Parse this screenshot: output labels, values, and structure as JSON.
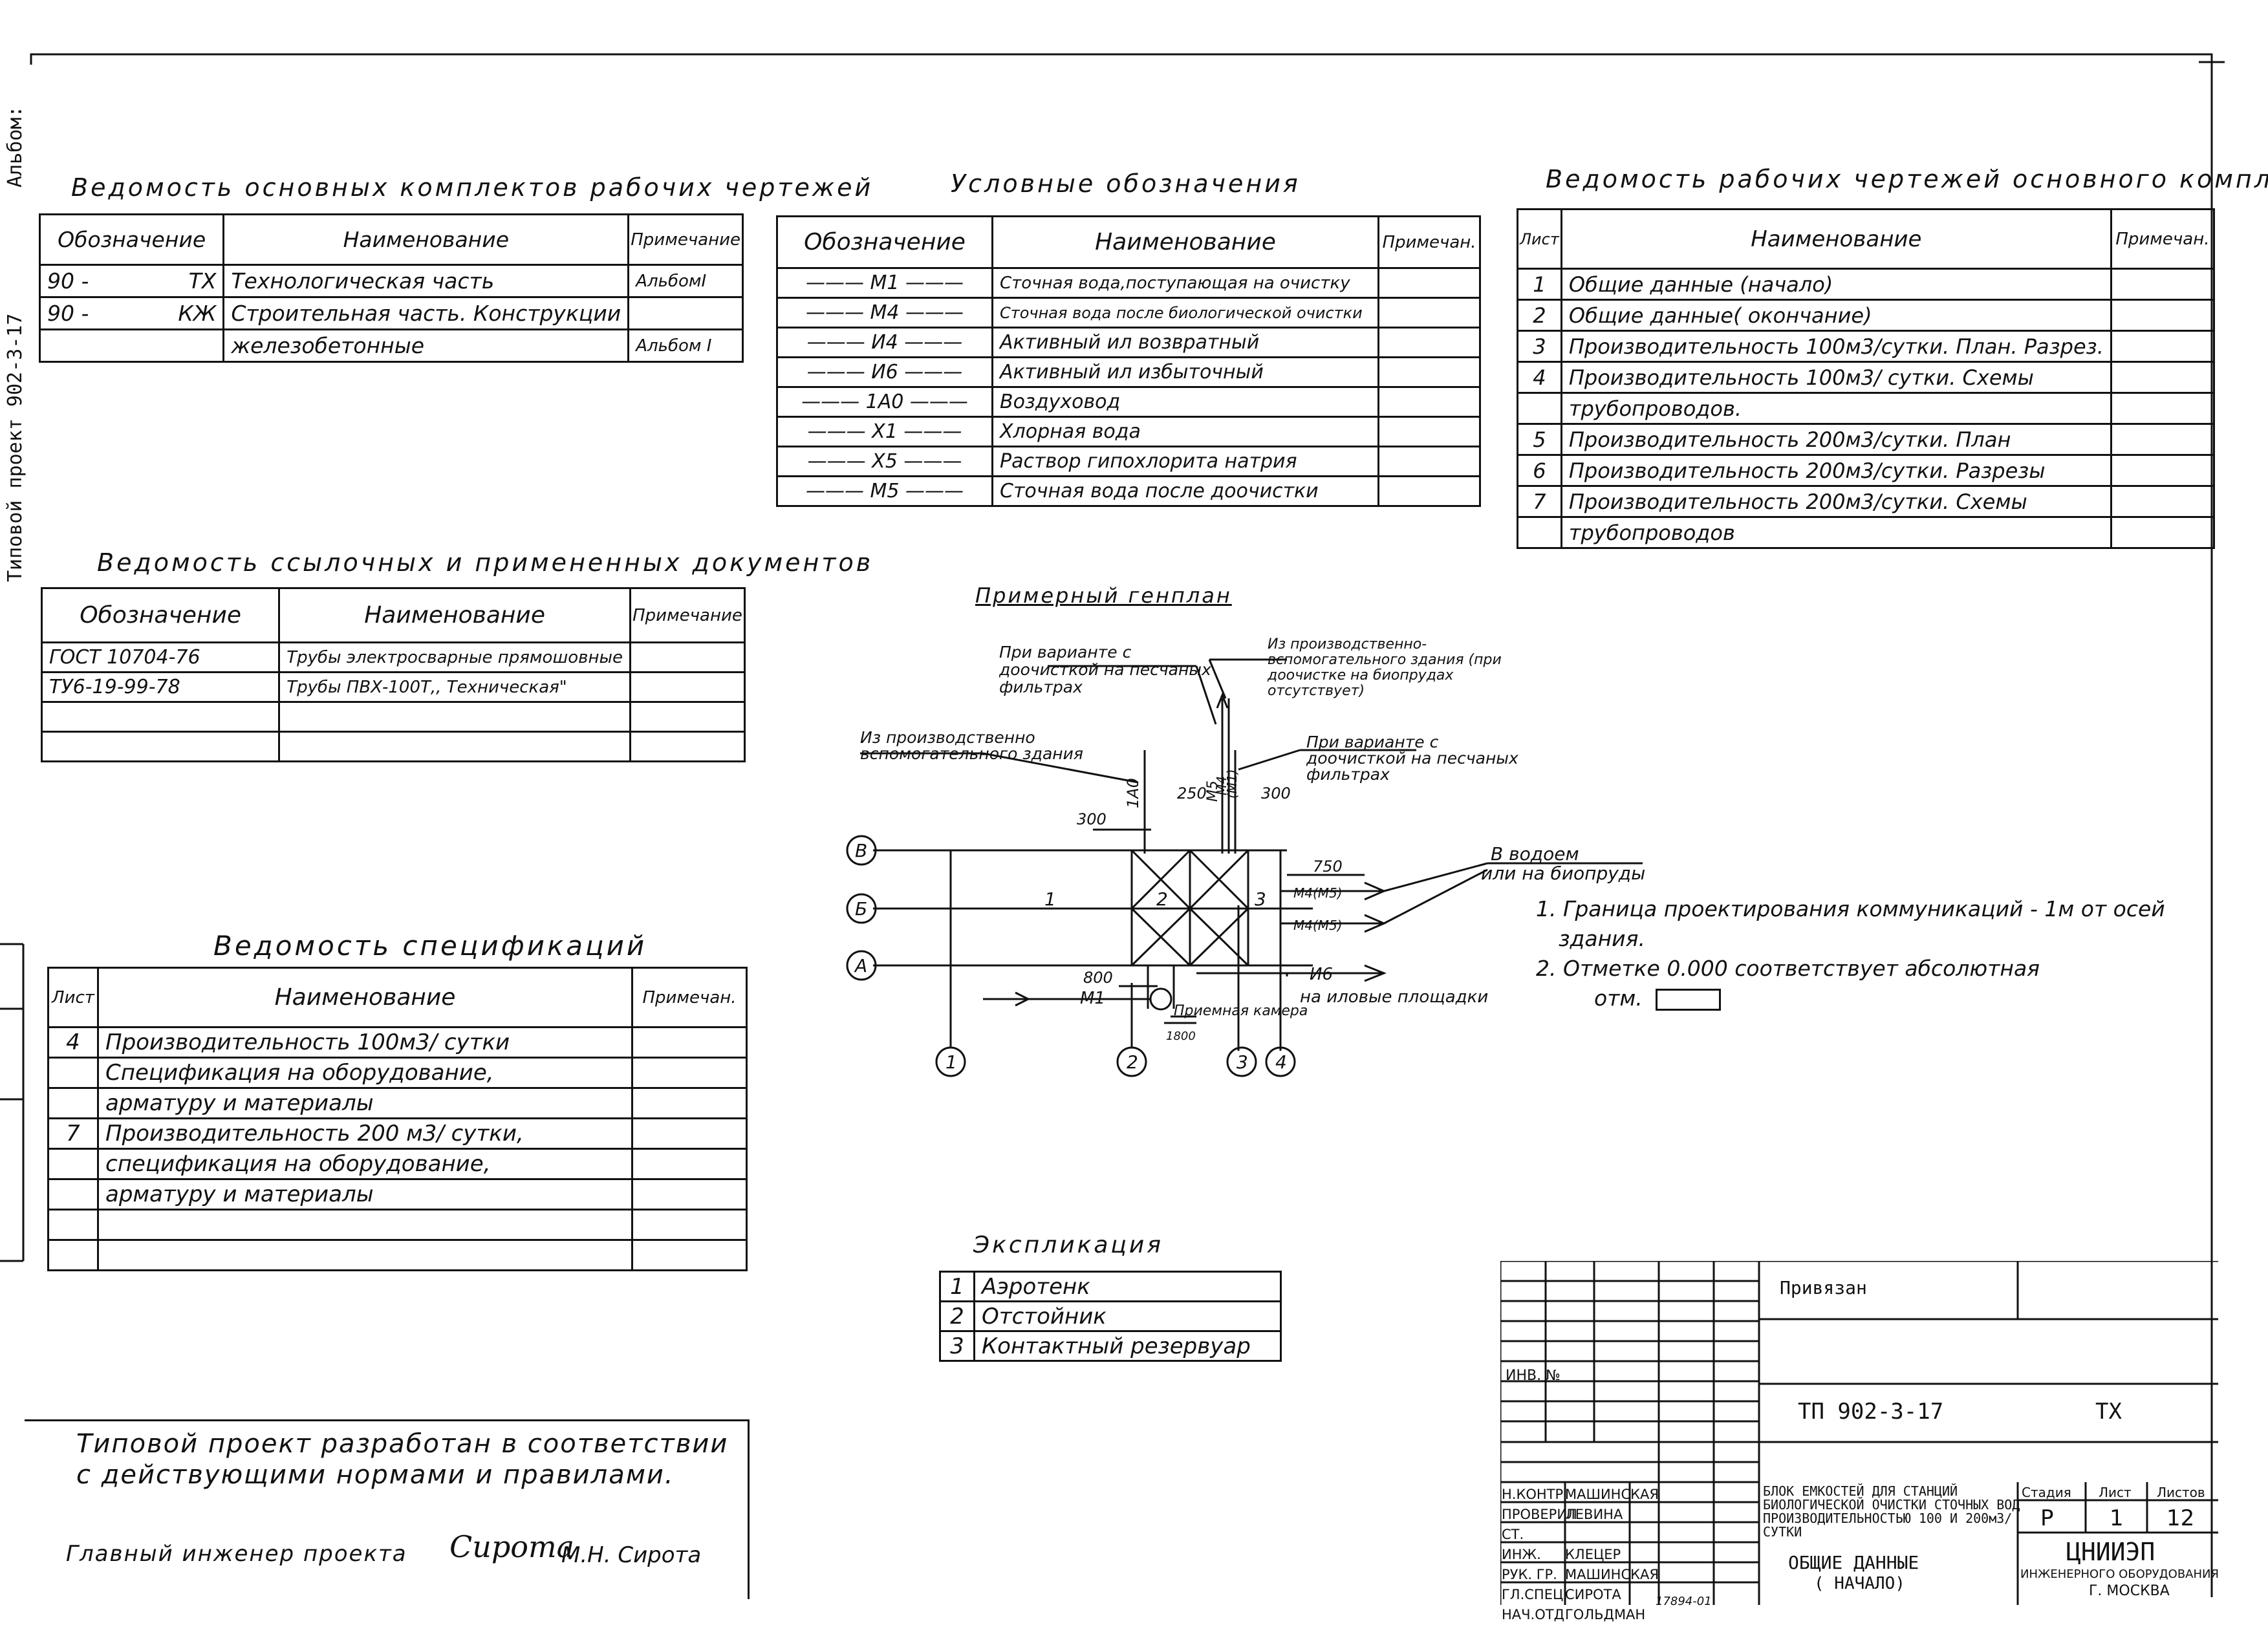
{
  "side_album": "Альбом:",
  "side_project": "Типовой проект 902-3-17",
  "main_sets": {
    "title": "Ведомость основных комплектов рабочих чертежей",
    "headers": [
      "Обозначение",
      "Наименование",
      "Примечание"
    ],
    "rows": [
      [
        "90 -",
        "ТХ",
        "Технологическая часть",
        "АльбомI"
      ],
      [
        "90 -",
        "КЖ",
        "Строительная часть. Конструкции",
        ""
      ],
      [
        "",
        "",
        "железобетонные",
        "Альбом I"
      ]
    ]
  },
  "legend": {
    "title": "Условные обозначения",
    "headers": [
      "Обозначение",
      "Наименование",
      "Примечан."
    ],
    "rows": [
      [
        "М1",
        "Сточная вода,поступающая на очистку"
      ],
      [
        "М4",
        "Сточная вода после биологической очистки"
      ],
      [
        "И4",
        "Активный ил возвратный"
      ],
      [
        "И6",
        "Активный ил избыточный"
      ],
      [
        "1А0",
        "Воздуховод"
      ],
      [
        "Х1",
        "Хлорная вода"
      ],
      [
        "Х5",
        "Раствор гипохлорита натрия"
      ],
      [
        "М5",
        "Сточная вода после доочистки"
      ]
    ]
  },
  "sheets": {
    "title": "Ведомость рабочих чертежей основного комплекта",
    "headers": [
      "Лист",
      "Наименование",
      "Примечан."
    ],
    "rows": [
      [
        "1",
        "Общие данные (начало)"
      ],
      [
        "2",
        "Общие данные( окончание)"
      ],
      [
        "3",
        "Производительность 100м3/сутки. План. Разрез."
      ],
      [
        "4",
        "Производительность 100м3/ сутки. Схемы"
      ],
      [
        "",
        "трубопроводов."
      ],
      [
        "5",
        "Производительность 200м3/сутки. План"
      ],
      [
        "6",
        "Производительность 200м3/сутки. Разрезы"
      ],
      [
        "7",
        "Производительность 200м3/сутки. Схемы"
      ],
      [
        "",
        "трубопроводов"
      ]
    ]
  },
  "refs": {
    "title": "Ведомость ссылочных и примененных документов",
    "headers": [
      "Обозначение",
      "Наименование",
      "Примечание"
    ],
    "rows": [
      [
        "ГОСТ 10704-76",
        "Трубы электросварные прямошовные"
      ],
      [
        "ТУ6-19-99-78",
        "Трубы ПВХ-100Т,, Техническая\""
      ],
      [
        "",
        ""
      ],
      [
        "",
        ""
      ]
    ]
  },
  "specs": {
    "title": "Ведомость спецификаций",
    "headers": [
      "Лист",
      "Наименование",
      "Примечан."
    ],
    "rows": [
      [
        "4",
        "Производительность 100м3/ сутки"
      ],
      [
        "",
        "Спецификация на оборудование,"
      ],
      [
        "",
        "арматуру и материалы"
      ],
      [
        "7",
        "Производительность 200 м3/ сутки,"
      ],
      [
        "",
        "спецификация на оборудование,"
      ],
      [
        "",
        "арматуру и материалы"
      ],
      [
        "",
        ""
      ],
      [
        "",
        ""
      ]
    ]
  },
  "plan": {
    "title": "Примерный генплан",
    "axes": [
      "В",
      "Б",
      "А",
      "1",
      "2",
      "3",
      "4"
    ],
    "blocks": [
      "1",
      "2",
      "3"
    ],
    "notes": {
      "var_pesch_top": "При варианте с доочисткой на песчаных фильтрах",
      "from_prod_top": "Из производственно-вспомогательного здания (при доочистке на биопрудах отсутствует)",
      "from_prod_left": "Из производственно вспомогательного здания",
      "var_pesch_right": "При варианте с доочисткой на песчаных фильтрах",
      "to_water": "В водоем",
      "or_bioponds": "или на биопруды",
      "to_sludge": "на иловые площадки",
      "chamber": "Приемная камера"
    },
    "pipes": [
      "1А0",
      "М5",
      "М4",
      "(М1)",
      "М4(М5)",
      "М4(М5)",
      "И6",
      "М1"
    ],
    "dims": [
      "300",
      "250",
      "300",
      "750",
      "800",
      "1800"
    ]
  },
  "notes": [
    "1. Граница проектирования коммуникаций - 1м от осей",
    "здания.",
    "2. Отметке 0.000 соответствует абсолютная",
    "отм."
  ],
  "explication": {
    "title": "Экспликация",
    "rows": [
      [
        "1",
        "Аэротенк"
      ],
      [
        "2",
        "Отстойник"
      ],
      [
        "3",
        "Контактный резервуар"
      ]
    ]
  },
  "statement": {
    "line1": "Типовой проект разработан в соответствии",
    "line2": "с действующими нормами и правилами.",
    "engineer_label": "Главный инженер проекта",
    "signature": "Сирота",
    "engineer_name": "М.Н. Сирота"
  },
  "stamp": {
    "privyazan": "Привязан",
    "inv": "ИНВ. №",
    "code": "ТП 902-3-17",
    "mark": "ТХ",
    "roles": [
      [
        "Н.КОНТР.",
        "МАШИНСКАЯ"
      ],
      [
        "ПРОВЕРИЛ",
        "ЛЕВИНА"
      ],
      [
        "СТ. ИНЖ.",
        "КЛЕЦЕР"
      ],
      [
        "РУК. ГР.",
        "МАШИНСКАЯ"
      ],
      [
        "ГЛ.СПЕЦ.",
        "СИРОТА"
      ],
      [
        "НАЧ.ОТД",
        "ГОЛЬДМАН"
      ]
    ],
    "project_desc": "БЛОК ЕМКОСТЕЙ ДЛЯ СТАНЦИЙ БИОЛОГИЧЕСКОЙ ОЧИСТКИ СТОЧНЫХ ВОД ПРОИЗВОДИТЕЛЬНОСТЬЮ 100 И 200м3/СУТКИ",
    "sheet_title_1": "ОБЩИЕ ДАННЫЕ",
    "sheet_title_2": "( НАЧАЛО)",
    "stage_label": "Стадия",
    "sheet_label": "Лист",
    "sheets_label": "Листов",
    "stage": "Р",
    "sheet": "1",
    "sheets": "12",
    "org": "ЦНИИЭП",
    "org_sub": "ИНЖЕНЕРНОГО ОБОРУДОВАНИЯ",
    "city": "Г. МОСКВА",
    "bottom_num": "17894-01"
  }
}
